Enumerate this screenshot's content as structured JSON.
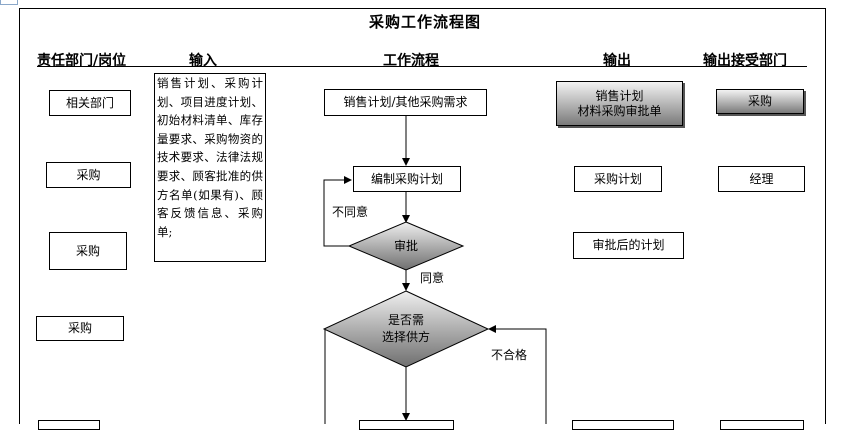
{
  "title": "采购工作流程图",
  "columns": {
    "dept": "责任部门/岗位",
    "input": "输入",
    "flow": "工作流程",
    "output": "输出",
    "receiver": "输出接受部门"
  },
  "departments": [
    "相关部门",
    "采购",
    "采购",
    "采购"
  ],
  "input_text": "销售计划、采购计划、项目进度计划、初始材料清单、库存量要求、采购物资的技术要求、法律法规要求、顾客批准的供方名单(如果有)、顾客反馈信息、采购单;",
  "flow": {
    "start": "销售计划/其他采购需求",
    "compile": "编制采购计划",
    "approve": "审批",
    "disagree": "不同意",
    "agree": "同意",
    "choose_line1": "是否需",
    "choose_line2": "选择供方",
    "unqualified": "不合格"
  },
  "outputs": {
    "o1_line1": "销售计划",
    "o1_line2": "材料采购审批单",
    "o2": "采购计划",
    "o3": "审批后的计划"
  },
  "receivers": {
    "r1": "采购",
    "r2": "经理"
  },
  "colors": {
    "shape_dark": "#7a7a7a",
    "shape_light": "#f2f2f2",
    "line": "#000000"
  }
}
